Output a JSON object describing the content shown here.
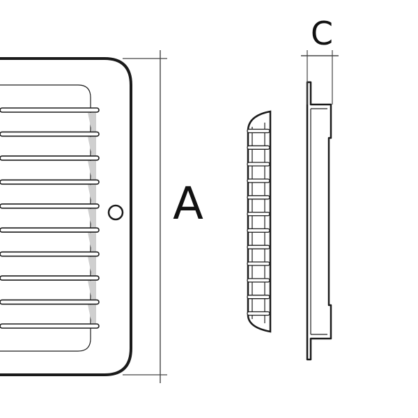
{
  "diagram": {
    "labels": {
      "height_dimension": "A",
      "depth_dimension": "C"
    },
    "louvre_count": 10,
    "colors": {
      "outline": "#1a1a1a",
      "dimension_line": "#444444",
      "louvre_shade": "#cfcfcf",
      "background": "#ffffff"
    }
  }
}
